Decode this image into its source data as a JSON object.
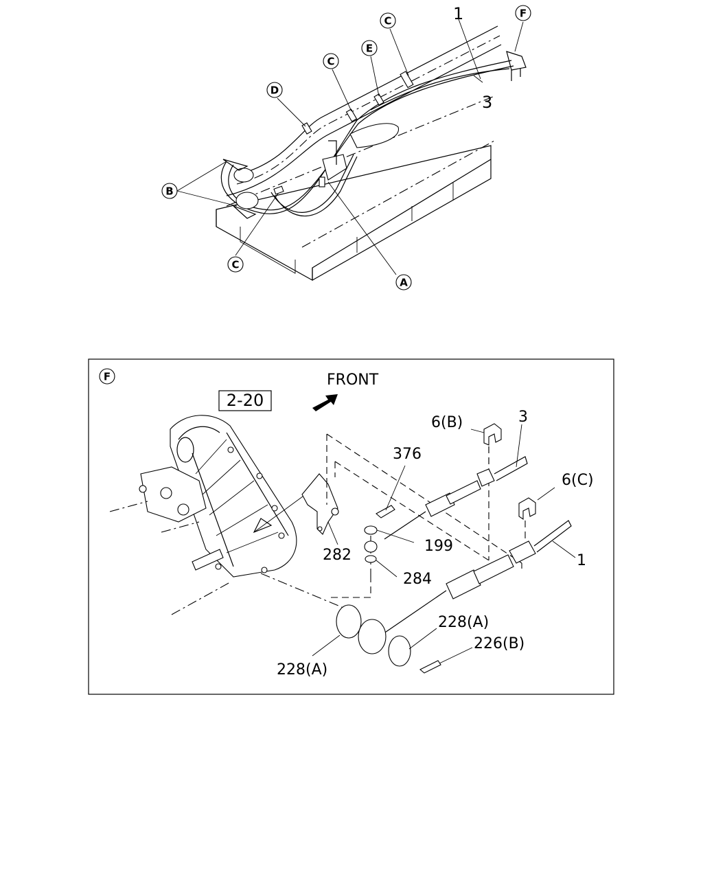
{
  "top_diagram": {
    "labels": {
      "cable_1": "1",
      "cable_3": "3",
      "callout_A": "A",
      "callout_B": "B",
      "callout_C": "C",
      "callout_D": "D",
      "callout_E": "E",
      "callout_F": "F"
    }
  },
  "detail_f": {
    "view_letter": "F",
    "ref_box": "2-20",
    "direction": "FRONT",
    "parts": {
      "p6b": "6(B)",
      "p6c": "6(C)",
      "p3": "3",
      "p1": "1",
      "p376": "376",
      "p199": "199",
      "p282": "282",
      "p284": "284",
      "p228a_right": "228(A)",
      "p228a_left": "228(A)",
      "p226b": "226(B)"
    }
  }
}
